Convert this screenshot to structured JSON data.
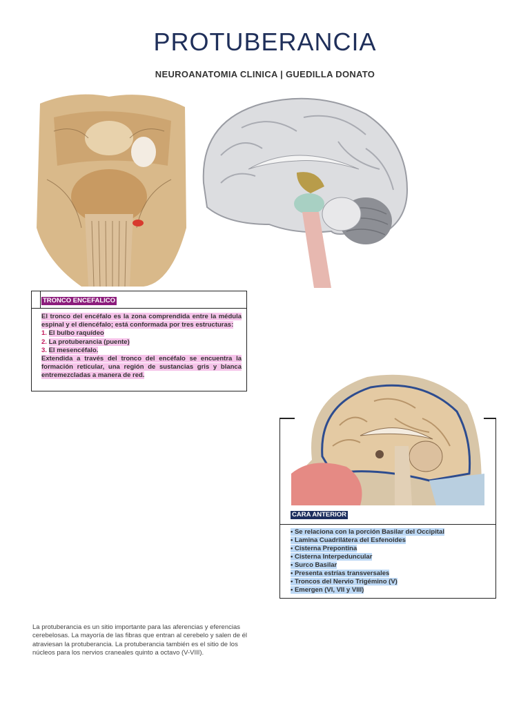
{
  "title": "PROTUBERANCIA",
  "subtitle": "NEUROANATOMIA CLINICA | GUEDILLA DONATO",
  "box1": {
    "tag": "TRONCO ENCEFALICO",
    "intro": "El tronco del encéfalo es la zona comprendida entre la médula espinal y el diencéfalo; está conformada por tres estructuras:",
    "items": [
      {
        "num": "1.",
        "text": "El bulbo raquídeo"
      },
      {
        "num": "2.",
        "text": "La protuberancia (puente)"
      },
      {
        "num": "3.",
        "text": "El mesencéfalo."
      }
    ],
    "outro": "Extendida a través del tronco del encéfalo se encuentra la formación reticular, una región de sustancias gris y blanca entremezcladas a manera de red."
  },
  "box2": {
    "tag": "CARA ANTERIOR",
    "items": [
      "• Se relaciona con la porción Basilar del Occipital",
      "• Lamina Cuadrilátera del Esfenoides",
      "• Cisterna Prepontina",
      "• Cisterna Interpeduncular",
      "• Surco Basilar",
      "• Presenta estrías transversales",
      "• Troncos del Nervio Trigémino (V)",
      "• Emergen (VI, VII y VIII)"
    ]
  },
  "footer": "La protuberancia es un sitio importante para las aferencias y eferencias cerebelosas. La mayoría de las fibras que entran al cerebelo y salen de él atraviesan la protuberancia. La protuberancia también es el sitio de los núcleos para los nervios craneales quinto a octavo (V-VIII)."
}
